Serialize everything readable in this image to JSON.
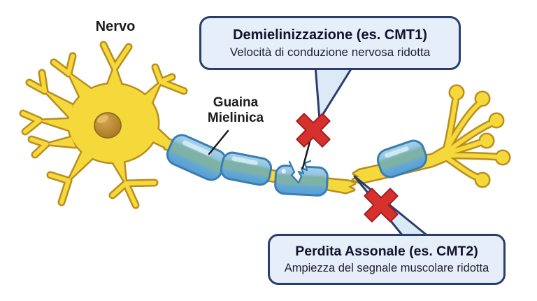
{
  "labels": {
    "nerve": "Nervo",
    "myelin_sheath": "Guaina Mielinica"
  },
  "callouts": {
    "demyelination": {
      "title": "Demielinizzazione (es. CMT1)",
      "subtitle": "Velocità di conduzione nervosa ridotta"
    },
    "axonal_loss": {
      "title": "Perdita Assonale (es. CMT2)",
      "subtitle": "Ampiezza del segnale muscolare ridotta"
    }
  },
  "icons": {
    "demyelination_mark": "error-x-icon",
    "axonal_loss_mark": "error-x-icon"
  },
  "colors": {
    "background": "#FFFFFF",
    "neuron_yellow": "#F5D93B",
    "neuron_outline": "#BA8E1E",
    "nucleus_brown": "#B5862F",
    "myelin_light_blue": "#A8D2EB",
    "myelin_teal": "#7EB2A6",
    "myelin_blue": "#5CA2D3",
    "myelin_border": "#3A7DB4",
    "callout_fill": "#E6EFF9",
    "callout_border": "#2B3E6B",
    "error_red": "#D7312E",
    "text_dark": "#1C1C1C"
  }
}
